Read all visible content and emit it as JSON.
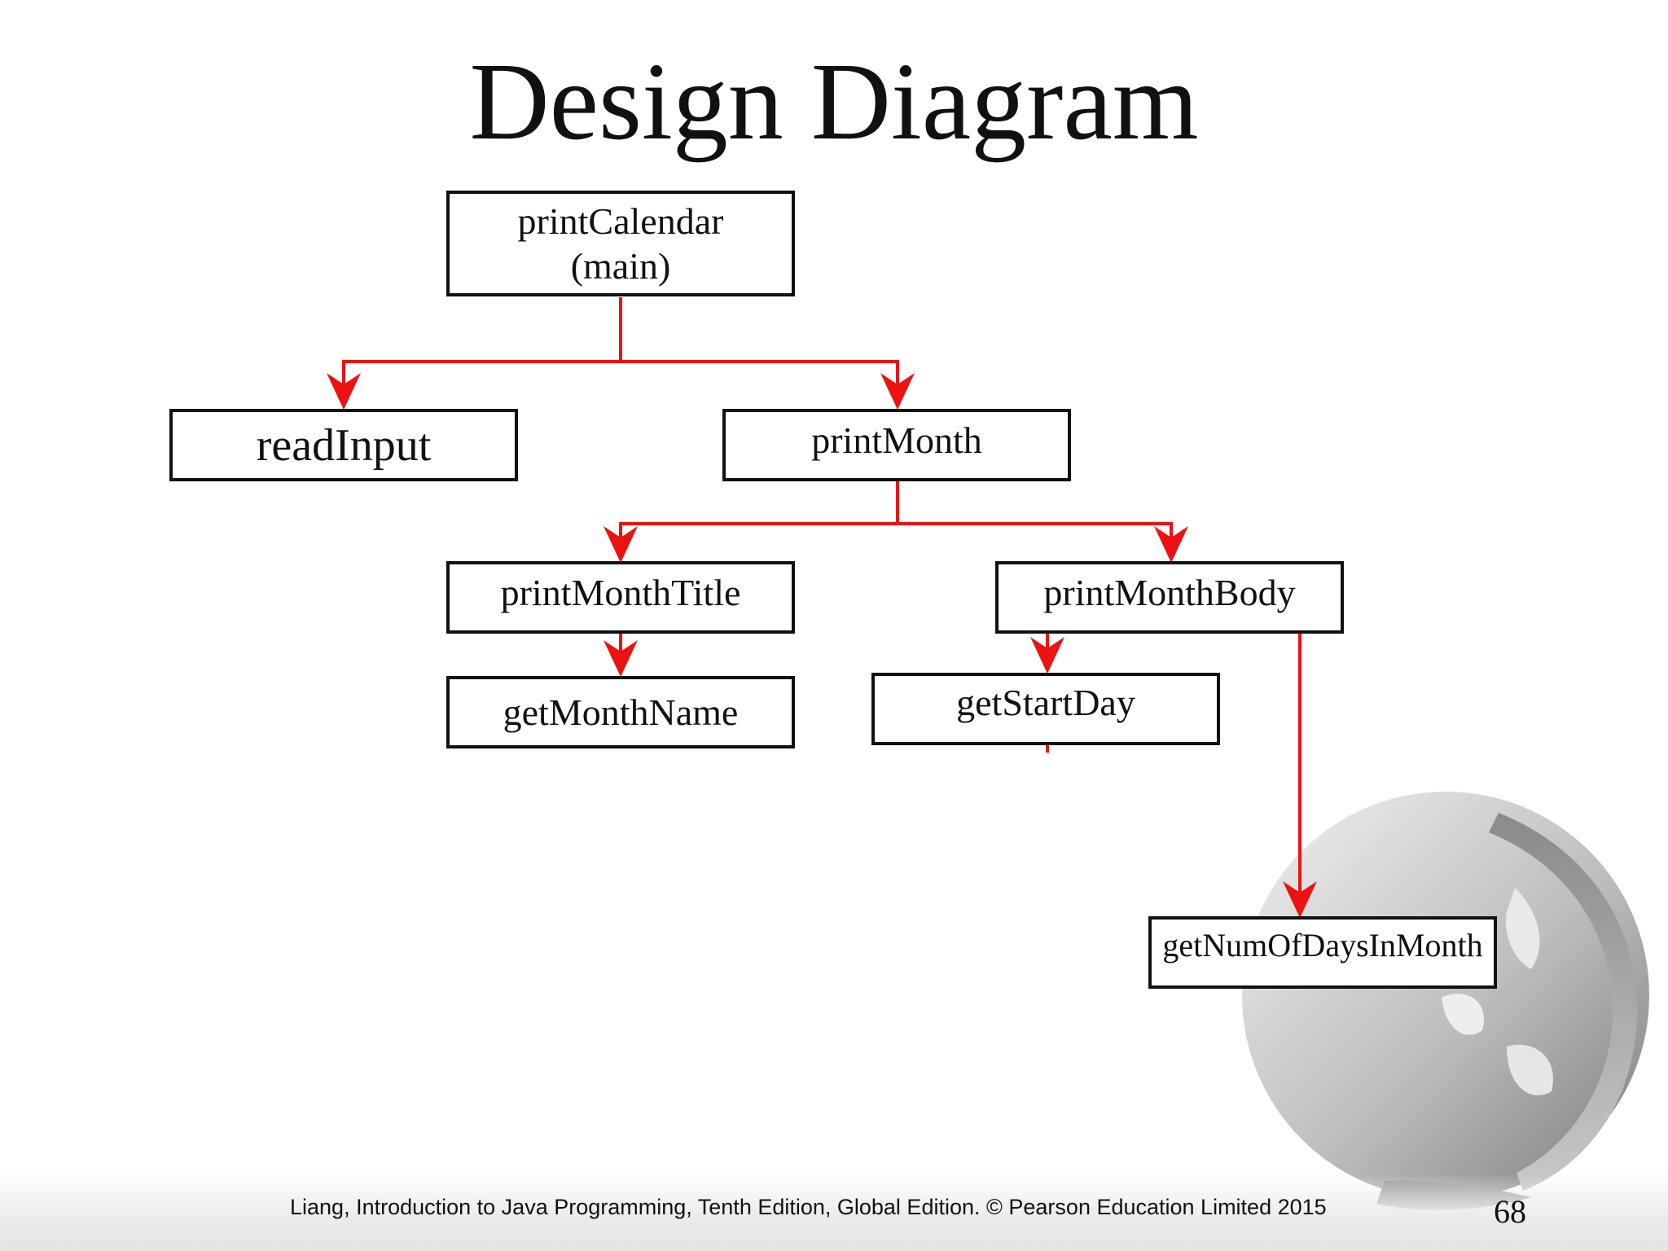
{
  "slide": {
    "title": "Design Diagram",
    "footer": "Liang, Introduction to Java Programming, Tenth Edition, Global Edition. © Pearson Education Limited 2015",
    "page_number": "68"
  },
  "diagram": {
    "nodes": [
      {
        "id": "printCalendar",
        "lines": [
          "printCalendar",
          "(main)"
        ]
      },
      {
        "id": "readInput",
        "lines": [
          "readInput"
        ]
      },
      {
        "id": "printMonth",
        "lines": [
          "printMonth"
        ]
      },
      {
        "id": "printMonthTitle",
        "lines": [
          "printMonthTitle"
        ]
      },
      {
        "id": "printMonthBody",
        "lines": [
          "printMonthBody"
        ]
      },
      {
        "id": "getMonthName",
        "lines": [
          "getMonthName"
        ]
      },
      {
        "id": "getStartDay",
        "lines": [
          "getStartDay"
        ]
      },
      {
        "id": "getNumOfDaysInMonth",
        "lines": [
          "getNumOfDaysInMonth"
        ]
      }
    ],
    "edges": [
      {
        "from": "printCalendar",
        "to": "readInput"
      },
      {
        "from": "printCalendar",
        "to": "printMonth"
      },
      {
        "from": "printMonth",
        "to": "printMonthTitle"
      },
      {
        "from": "printMonth",
        "to": "printMonthBody"
      },
      {
        "from": "printMonthTitle",
        "to": "getMonthName"
      },
      {
        "from": "printMonthBody",
        "to": "getStartDay"
      },
      {
        "from": "printMonthBody",
        "to": "getNumOfDaysInMonth"
      }
    ],
    "colors": {
      "connector": "#ee1111",
      "box_border": "#111111",
      "text": "#111111"
    }
  },
  "decoration": {
    "icon": "globe-icon"
  }
}
